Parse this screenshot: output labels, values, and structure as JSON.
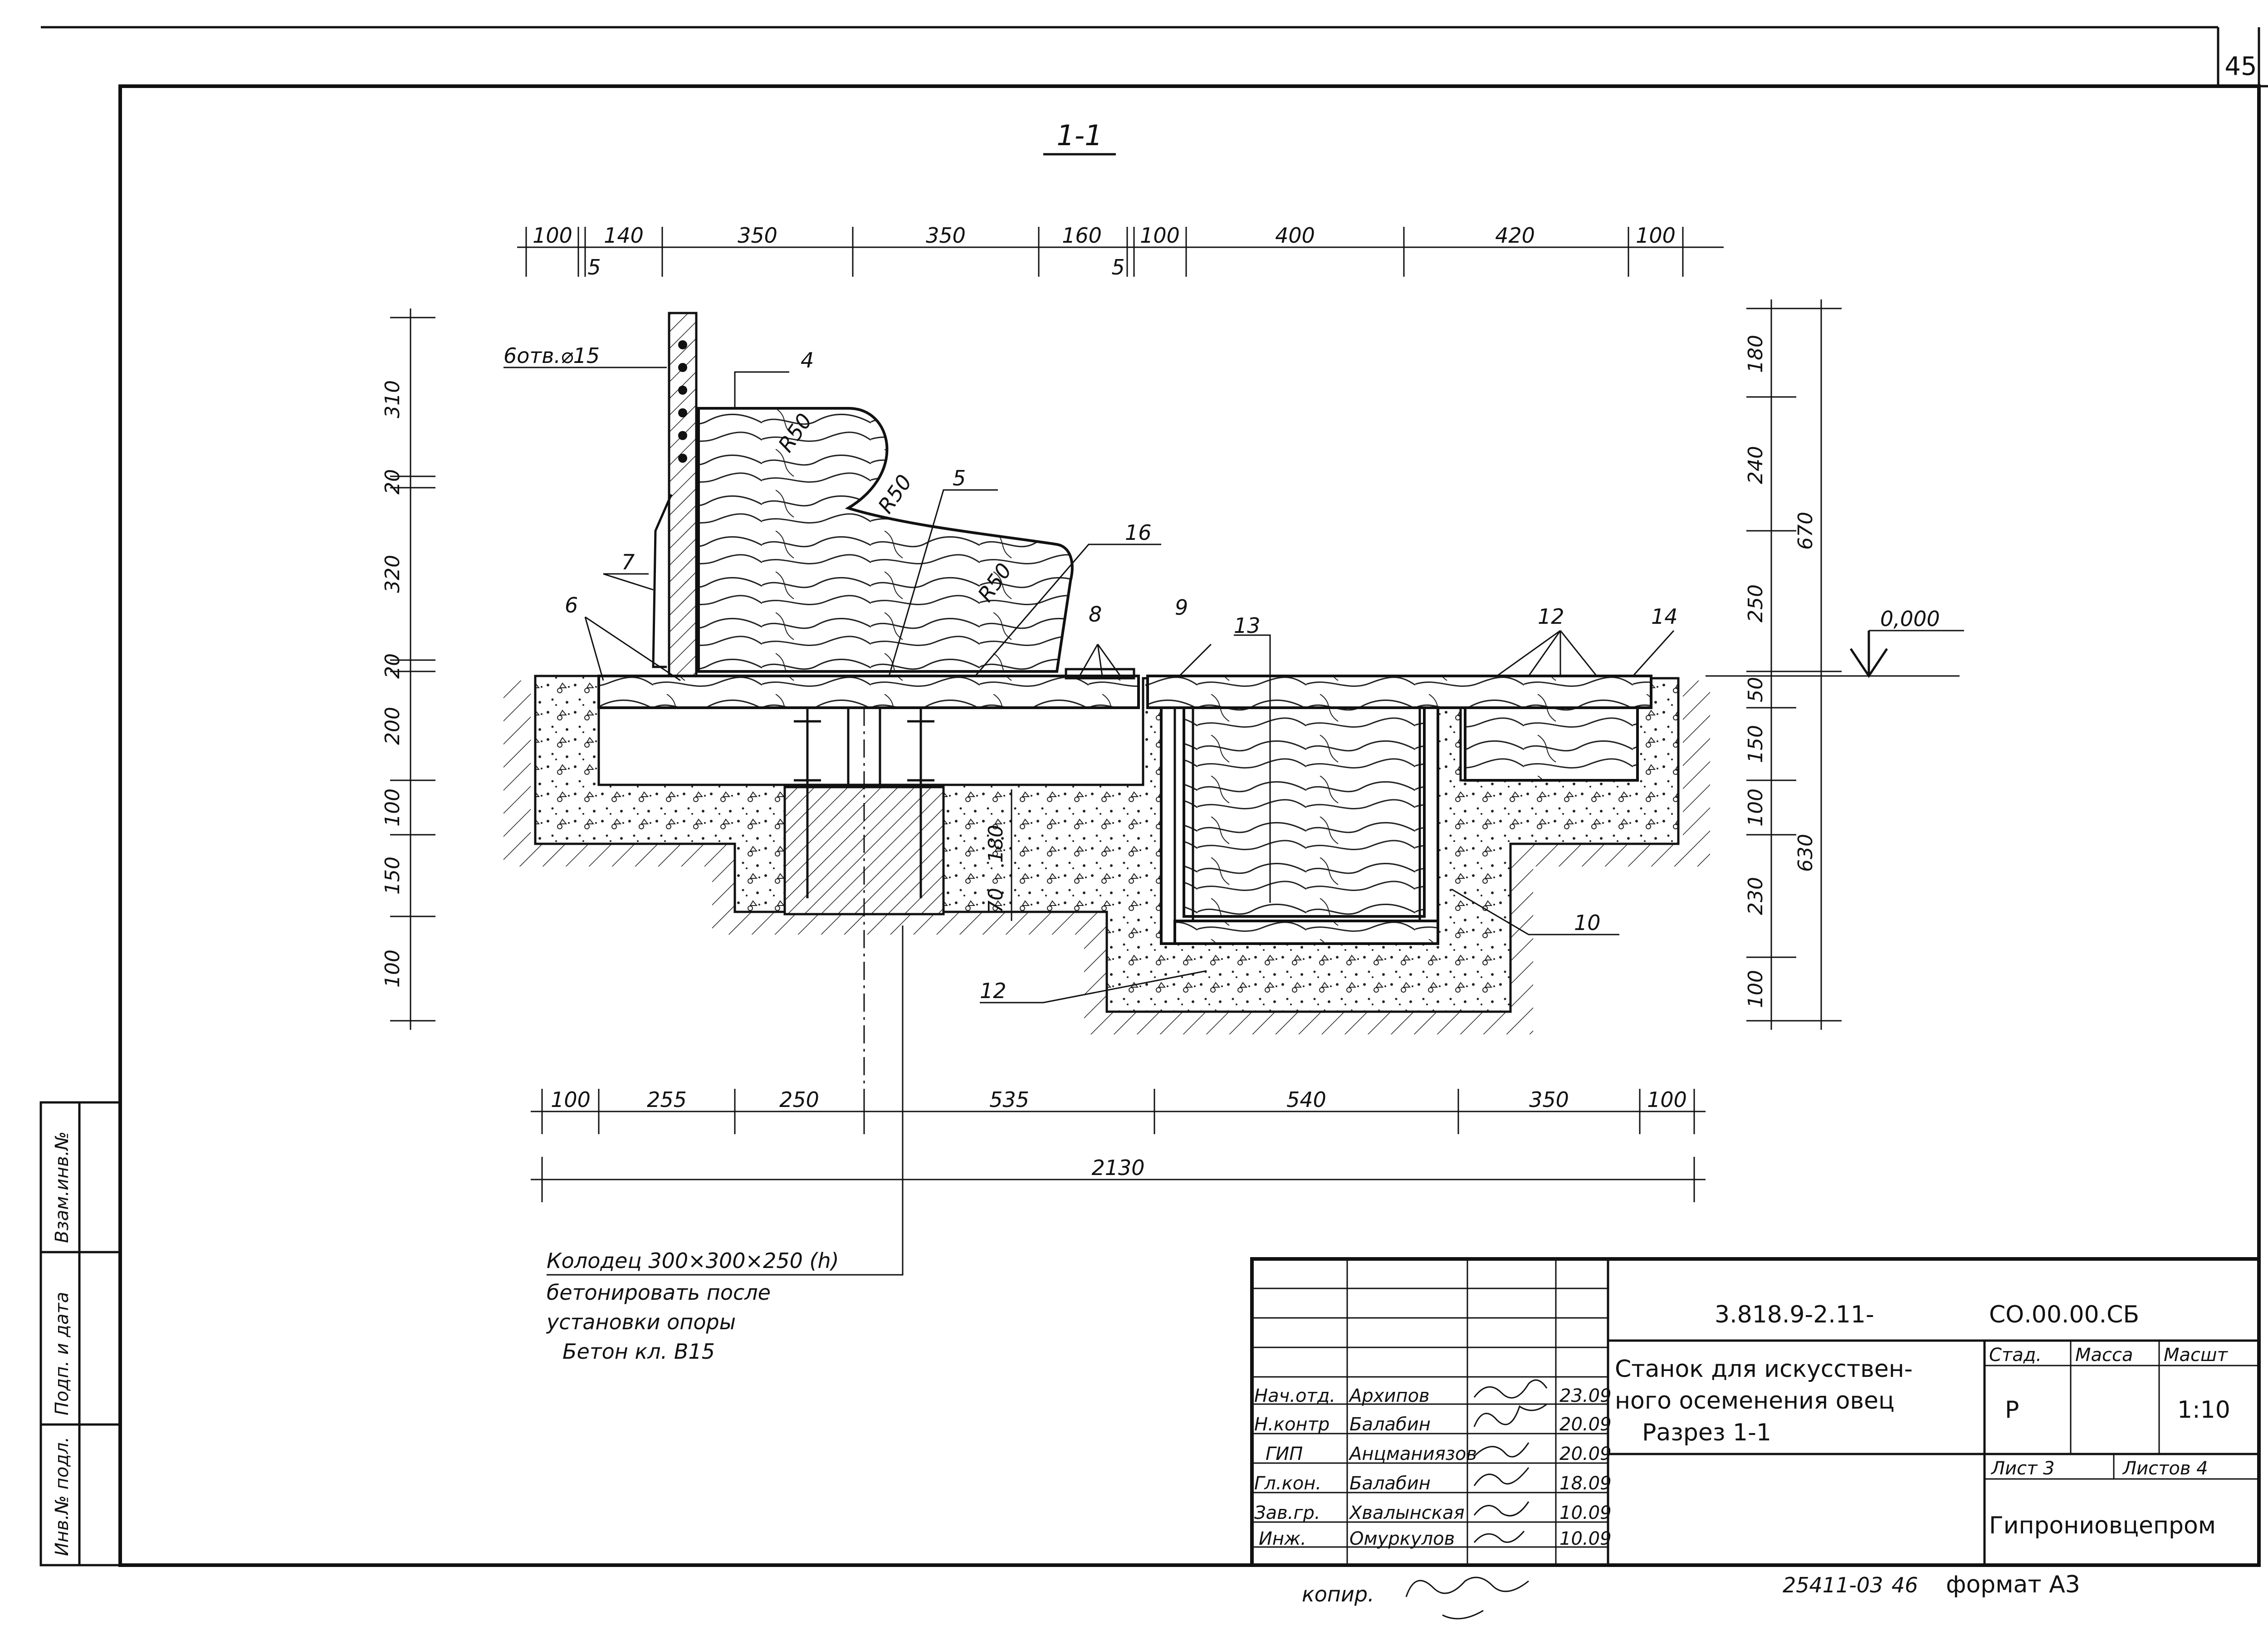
{
  "sheet": {
    "number": "45",
    "section_title": "1-1"
  },
  "dims_top": [
    "100",
    "140",
    "5",
    "350",
    "350",
    "160",
    "5",
    "100",
    "400",
    "420",
    "100"
  ],
  "dims_bottom": [
    "100",
    "255",
    "250",
    "535",
    "540",
    "350",
    "100"
  ],
  "dim_total": "2130",
  "dims_left": [
    "310",
    "20",
    "320",
    "20",
    "200",
    "100",
    "150",
    "100"
  ],
  "dims_right": [
    "180",
    "240",
    "250",
    "50",
    "150",
    "100",
    "230",
    "100"
  ],
  "dims_right_total": [
    "670",
    "630"
  ],
  "dims_inner": [
    "180",
    "70"
  ],
  "level_mark": "0,000",
  "holes_label": "6отв.⌀15",
  "radius_labels": [
    "R50",
    "R50",
    "R50"
  ],
  "callouts": [
    "4",
    "5",
    "16",
    "7",
    "6",
    "8",
    "9",
    "13",
    "12",
    "14",
    "10",
    "12"
  ],
  "note": {
    "line1": "Колодец 300×300×250 (h)",
    "line2": "бетонировать после",
    "line3": "установки опоры",
    "line4": "Бетон кл. В15"
  },
  "side_stamp": [
    "Инв.№ подл.",
    "Подп. и дата",
    "Взам.инв.№"
  ],
  "title_block": {
    "code": "3.818.9-2.11-",
    "doc": "СО.00.00.СБ",
    "name_line1": "Станок для искусствен-",
    "name_line2": "ного осеменения овец",
    "name_line3": "Разрез 1-1",
    "col_stage": "Стад.",
    "col_mass": "Масса",
    "col_scale": "Масшт",
    "stage": "Р",
    "scale": "1:10",
    "sheet_label": "Лист 3",
    "sheets_label": "Листов 4",
    "org": "Гипрониовцепром",
    "rows": [
      {
        "role": "Нач.отд.",
        "name": "Архипов",
        "date": "23.09"
      },
      {
        "role": "Н.контр",
        "name": "Балабин",
        "date": "20.09"
      },
      {
        "role": "ГИП",
        "name": "Анцманиязов",
        "date": "20.09"
      },
      {
        "role": "Гл.кон.",
        "name": "Балабин",
        "date": "18.09"
      },
      {
        "role": "Зав.гр.",
        "name": "Хвалынская",
        "date": "10.09"
      },
      {
        "role": "Инж.",
        "name": "Омуркулов",
        "date": "10.09"
      }
    ]
  },
  "footer": {
    "copied": "копир.",
    "inv": "25411-03",
    "page": "46",
    "format": "формат А3"
  }
}
